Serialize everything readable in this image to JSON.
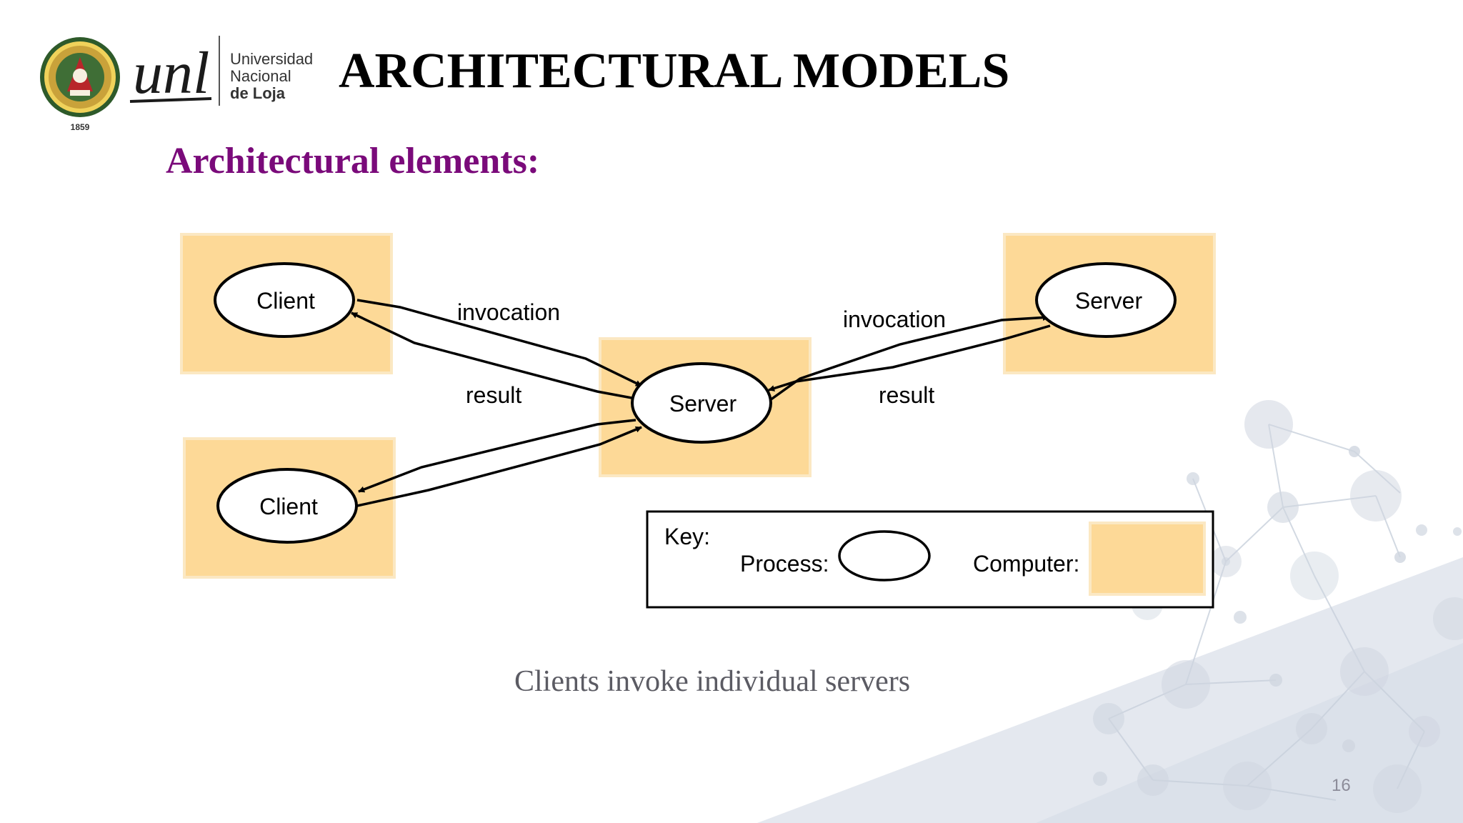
{
  "header": {
    "title": "ARCHITECTURAL MODELS",
    "subtitle": "Architectural elements:"
  },
  "logos": {
    "seal_year": "1859",
    "university_name": [
      "Universidad",
      "Nacional",
      "de Loja"
    ],
    "wordmark": "unl"
  },
  "diagram": {
    "nodes": {
      "client_top": "Client",
      "client_bottom": "Client",
      "server_center": "Server",
      "server_right": "Server"
    },
    "edges": {
      "left_invocation": "invocation",
      "left_result": "result",
      "right_invocation": "invocation",
      "right_result": "result"
    },
    "key": {
      "title": "Key:",
      "process_label": "Process:",
      "computer_label": "Computer:"
    },
    "colors": {
      "computer_fill": "#fdd997",
      "computer_border": "#fbe8c3",
      "stroke": "#000000"
    }
  },
  "caption": "Clients invoke individual servers",
  "page_number": "16"
}
